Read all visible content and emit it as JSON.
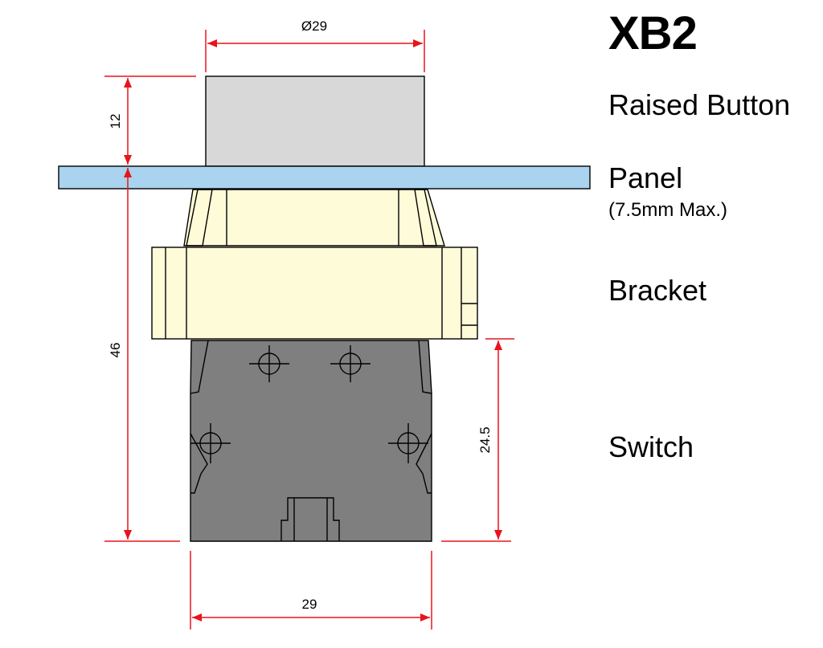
{
  "title": "XB2",
  "labels": {
    "raised_button": "Raised Button",
    "panel": "Panel",
    "panel_note": "(7.5mm Max.)",
    "bracket": "Bracket",
    "switch": "Switch"
  },
  "dimensions": {
    "button_diameter": "Ø29",
    "button_height": "12",
    "overall_depth": "46",
    "switch_height": "24.5",
    "switch_width": "29"
  },
  "colors": {
    "button": "#d8d8d8",
    "panel": "#a9d3ee",
    "bracket": "#fefbd8",
    "switch": "#7f7f7f",
    "dimension": "#e8141c"
  }
}
